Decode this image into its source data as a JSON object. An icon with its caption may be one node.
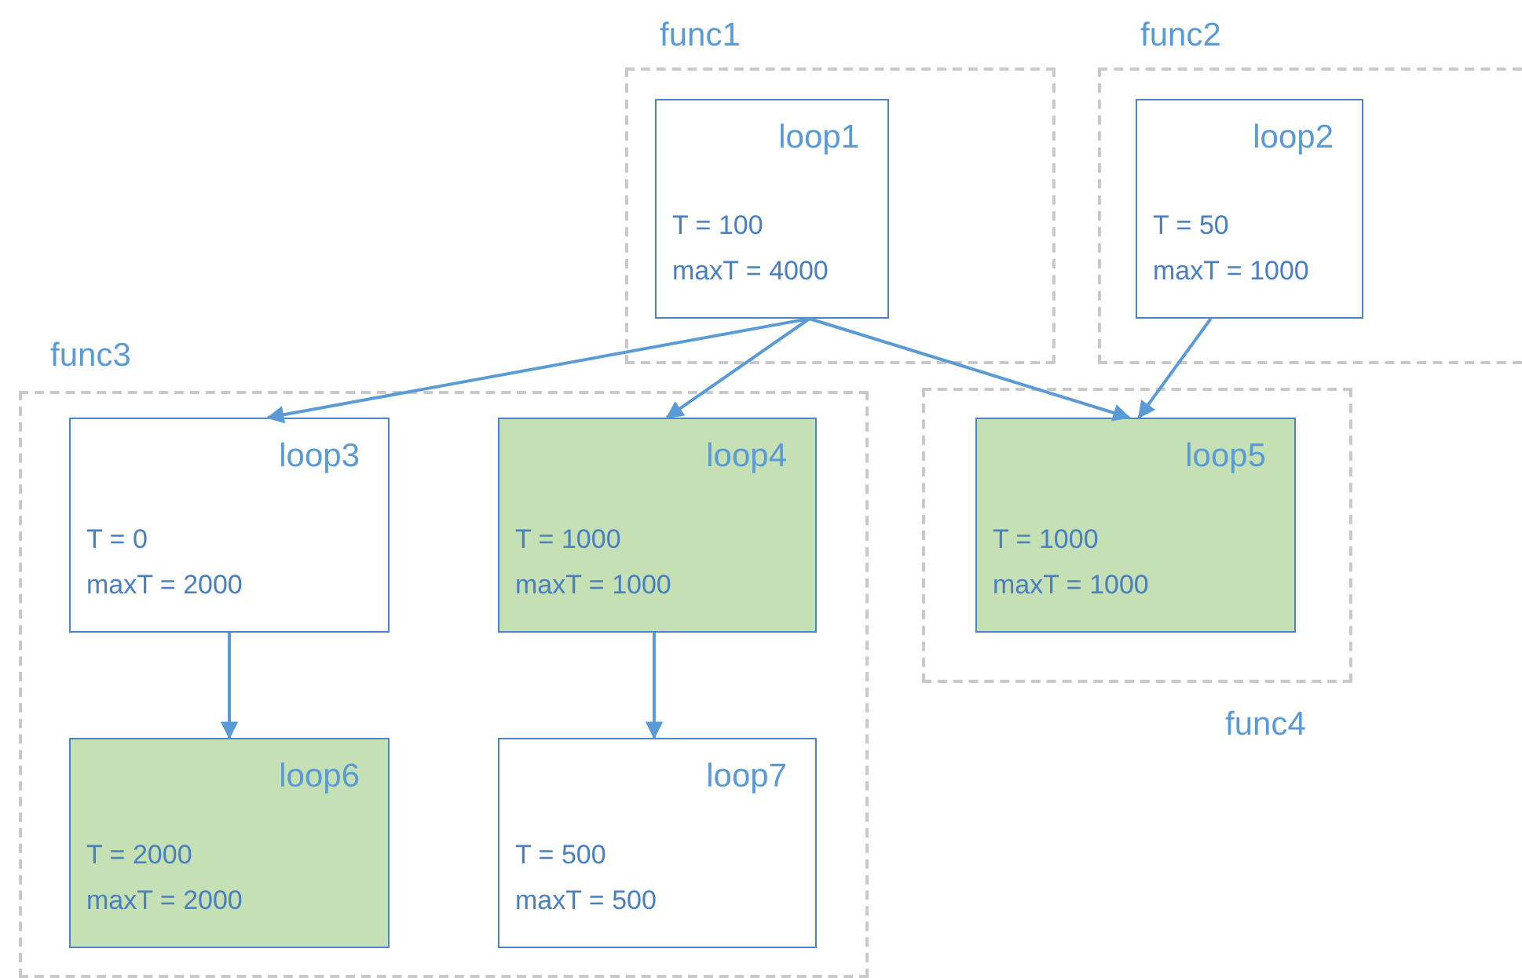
{
  "diagram": {
    "nodes": [
      {
        "text": [
          "func1"
        ]
      },
      {
        "text": [
          "loop1",
          "T = 100",
          "maxT = 4000"
        ],
        "in": 0
      },
      {
        "text": [
          "func2"
        ]
      },
      {
        "text": [
          "loop2",
          "T = 50",
          "maxT = 1000"
        ],
        "in": 2
      },
      {
        "text": [
          "func3"
        ]
      },
      {
        "text": [
          "loop3",
          "T = 0",
          "maxT = 2000"
        ],
        "in": 4
      },
      {
        "text": [
          "loop4",
          "T = 1000",
          "maxT = 1000"
        ],
        "in": 4
      },
      {
        "text": [
          "func4"
        ]
      },
      {
        "text": [
          "loop5",
          "T = 1000",
          "maxT = 1000"
        ],
        "in": 7
      },
      {
        "text": [
          "loop6",
          "T = 2000",
          "maxT = 2000"
        ],
        "in": 4
      },
      {
        "text": [
          "loop7",
          "T = 500",
          "maxT = 500"
        ],
        "in": 4
      }
    ],
    "edges": [
      {
        "from": 1,
        "to": 5,
        "arrow": "to"
      },
      {
        "from": 1,
        "to": 6,
        "arrow": "to"
      },
      {
        "from": 1,
        "to": 8,
        "arrow": "to"
      },
      {
        "from": 3,
        "to": 8,
        "arrow": "to"
      },
      {
        "from": 5,
        "to": 9,
        "arrow": "to"
      },
      {
        "from": 6,
        "to": 10,
        "arrow": "to"
      }
    ]
  }
}
